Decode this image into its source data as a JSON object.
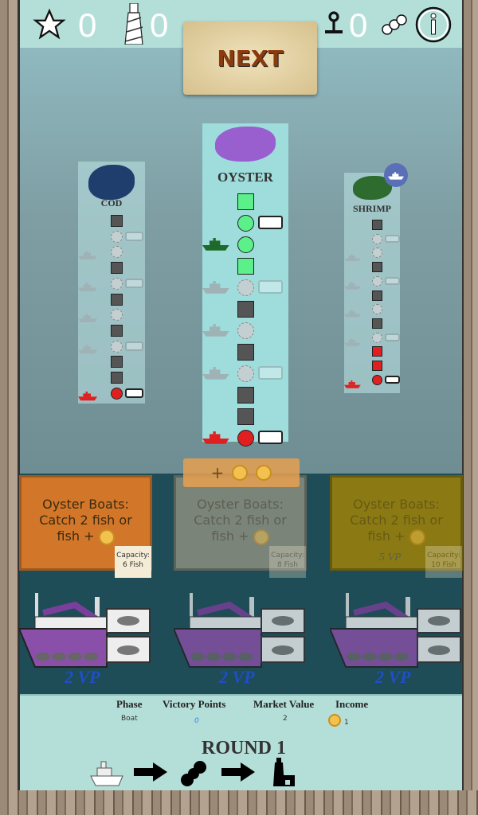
{
  "topbar": {
    "star_count": "0",
    "lighthouse_count": "0",
    "anchor_count": "0",
    "icons": [
      "star-icon",
      "lighthouse-icon",
      "anchor-icon",
      "fish-roe-icon",
      "info-icon"
    ]
  },
  "next_button": {
    "label": "NEXT"
  },
  "tracks": [
    {
      "name": "COD",
      "color": "#1f3e6e",
      "rows": [
        [
          "sq",
          "dark",
          0,
          0
        ],
        [
          "ci",
          "gray",
          0,
          1
        ],
        [
          "ci",
          "gray",
          1,
          0
        ],
        [
          "sq",
          "dark",
          0,
          0
        ],
        [
          "ci",
          "gray",
          1,
          1
        ],
        [
          "sq",
          "dark",
          0,
          0
        ],
        [
          "ci",
          "gray",
          1,
          0
        ],
        [
          "sq",
          "dark",
          0,
          0
        ],
        [
          "ci",
          "gray",
          1,
          1
        ],
        [
          "sq",
          "dark",
          0,
          0
        ],
        [
          "sq",
          "dark",
          0,
          0
        ],
        [
          "ci",
          "red",
          1,
          1
        ]
      ]
    },
    {
      "name": "OYSTER",
      "color": "#9a5fcf",
      "active": true,
      "rows": [
        [
          "sq",
          "green",
          0,
          0
        ],
        [
          "ci",
          "green",
          0,
          1
        ],
        [
          "ci",
          "green",
          1,
          0
        ],
        [
          "sq",
          "green",
          0,
          0
        ],
        [
          "ci",
          "gray",
          1,
          1
        ],
        [
          "sq",
          "dark",
          0,
          0
        ],
        [
          "ci",
          "gray",
          1,
          0
        ],
        [
          "sq",
          "dark",
          0,
          0
        ],
        [
          "ci",
          "gray",
          1,
          1
        ],
        [
          "sq",
          "dark",
          0,
          0
        ],
        [
          "sq",
          "dark",
          0,
          0
        ],
        [
          "ci",
          "red",
          1,
          1
        ]
      ]
    },
    {
      "name": "SHRIMP",
      "color": "#2e6b2e",
      "badge": "boat-badge-icon",
      "rows": [
        [
          "sq",
          "dark",
          0,
          0
        ],
        [
          "ci",
          "gray",
          0,
          1
        ],
        [
          "ci",
          "gray",
          1,
          0
        ],
        [
          "sq",
          "dark",
          0,
          0
        ],
        [
          "ci",
          "gray",
          1,
          1
        ],
        [
          "sq",
          "dark",
          0,
          0
        ],
        [
          "ci",
          "gray",
          1,
          0
        ],
        [
          "sq",
          "dark",
          0,
          0
        ],
        [
          "ci",
          "gray",
          1,
          1
        ],
        [
          "sq",
          "red",
          0,
          0
        ],
        [
          "sq",
          "red",
          0,
          0
        ],
        [
          "ci",
          "red",
          1,
          1
        ]
      ]
    }
  ],
  "state_colors": {
    "dark": "#555555",
    "green": "#5cf08a",
    "gray": "#c3cfd0",
    "red": "#e02020"
  },
  "bonus_tab": {
    "label": "+"
  },
  "cards": [
    {
      "line1": "Oyster Boats:",
      "line2": "Catch 2 fish or",
      "line3": "fish +",
      "cap1": "Capacity:",
      "cap2": "6  Fish",
      "color": "#d2772a",
      "faded": false,
      "vp": "2 VP"
    },
    {
      "line1": "Oyster Boats:",
      "line2": "Catch 2 fish or",
      "line3": "fish +",
      "cap1": "Capacity:",
      "cap2": "8  Fish",
      "color": "#7b8478",
      "faded": true,
      "vp": "2 VP"
    },
    {
      "line1": "Oyster Boats:",
      "line2": "Catch 2 fish or",
      "line3": "fish +",
      "cap1": "Capacity:",
      "cap2": "10 Fish",
      "color": "#8b7a14",
      "faded": true,
      "card_vp": "5 VP",
      "vp": "2 VP"
    }
  ],
  "info": {
    "headers": {
      "phase": "Phase",
      "vp": "Victory Points",
      "market": "Market Value",
      "income": "Income"
    },
    "values": {
      "phase": "Boat",
      "vp": "0",
      "market": "2",
      "income": "1"
    }
  },
  "round": {
    "label": "ROUND 1",
    "phases": [
      "boat-icon",
      "fish-roe-icon",
      "lighthouse-icon"
    ]
  }
}
